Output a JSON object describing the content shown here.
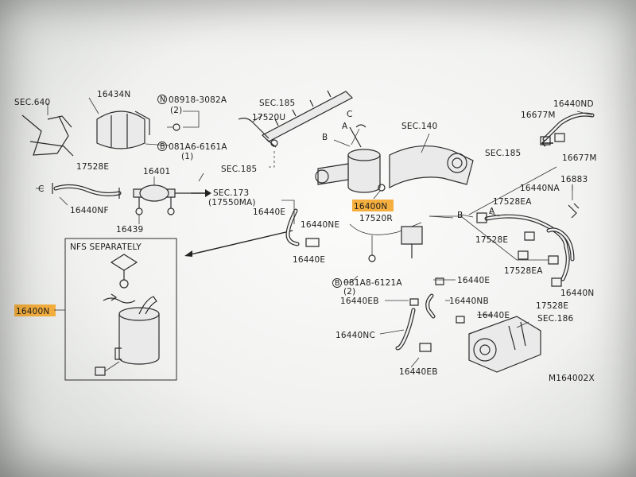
{
  "figure_code": "M164002X",
  "nfs_box_title": "NFS SEPARATELY",
  "labels": {
    "sec640": "SEC.640",
    "p16434n": "16434N",
    "p08918": "08918-3082A",
    "p08918_qty": "(2)",
    "n_mark": "N",
    "b_mark": "B",
    "b_mark2": "B",
    "p081a6": "081A6-6161A",
    "p081a6_qty": "(1)",
    "sec185a": "SEC.185",
    "p17520u": "17520U",
    "sec185b": "SEC.185",
    "sec140": "SEC.140",
    "callout_c": "C",
    "callout_a": "A",
    "callout_b": "B",
    "p17528e_top": "17528E",
    "p16401": "16401",
    "c_left": "C",
    "p16440nf": "16440NF",
    "p16439": "16439",
    "sec173": "SEC.173",
    "p17550ma": "(17550MA)",
    "p16440e_1": "16440E",
    "p16400n_main": "16400N",
    "p17520r": "17520R",
    "p16440ne": "16440NE",
    "p16440e_2": "16440E",
    "p081a8": "081A8-6121A",
    "p081a8_qty": "(2)",
    "p16440e_3": "16440E",
    "p16440eb_1": "16440EB",
    "p16440nb": "16440NB",
    "p16440e_4": "16440E",
    "sec186": "SEC.186",
    "p16440nc": "16440NC",
    "p16440eb_2": "16440EB",
    "p16440nd": "16440ND",
    "p16677m_1": "16677M",
    "sec185c": "SEC.185",
    "p16677m_2": "16677M",
    "p16440na": "16440NA",
    "p16883": "16883",
    "callout_a2": "A",
    "p17528ea_1": "17528EA",
    "callout_b2": "B",
    "p17528e_2": "17528E",
    "p17528ea_2": "17528EA",
    "p16440n": "16440N",
    "p17528e_3": "17528E",
    "p16400n_left": "16400N"
  },
  "highlight_color": "#f3a62a",
  "line_color": "#2b2b2b"
}
